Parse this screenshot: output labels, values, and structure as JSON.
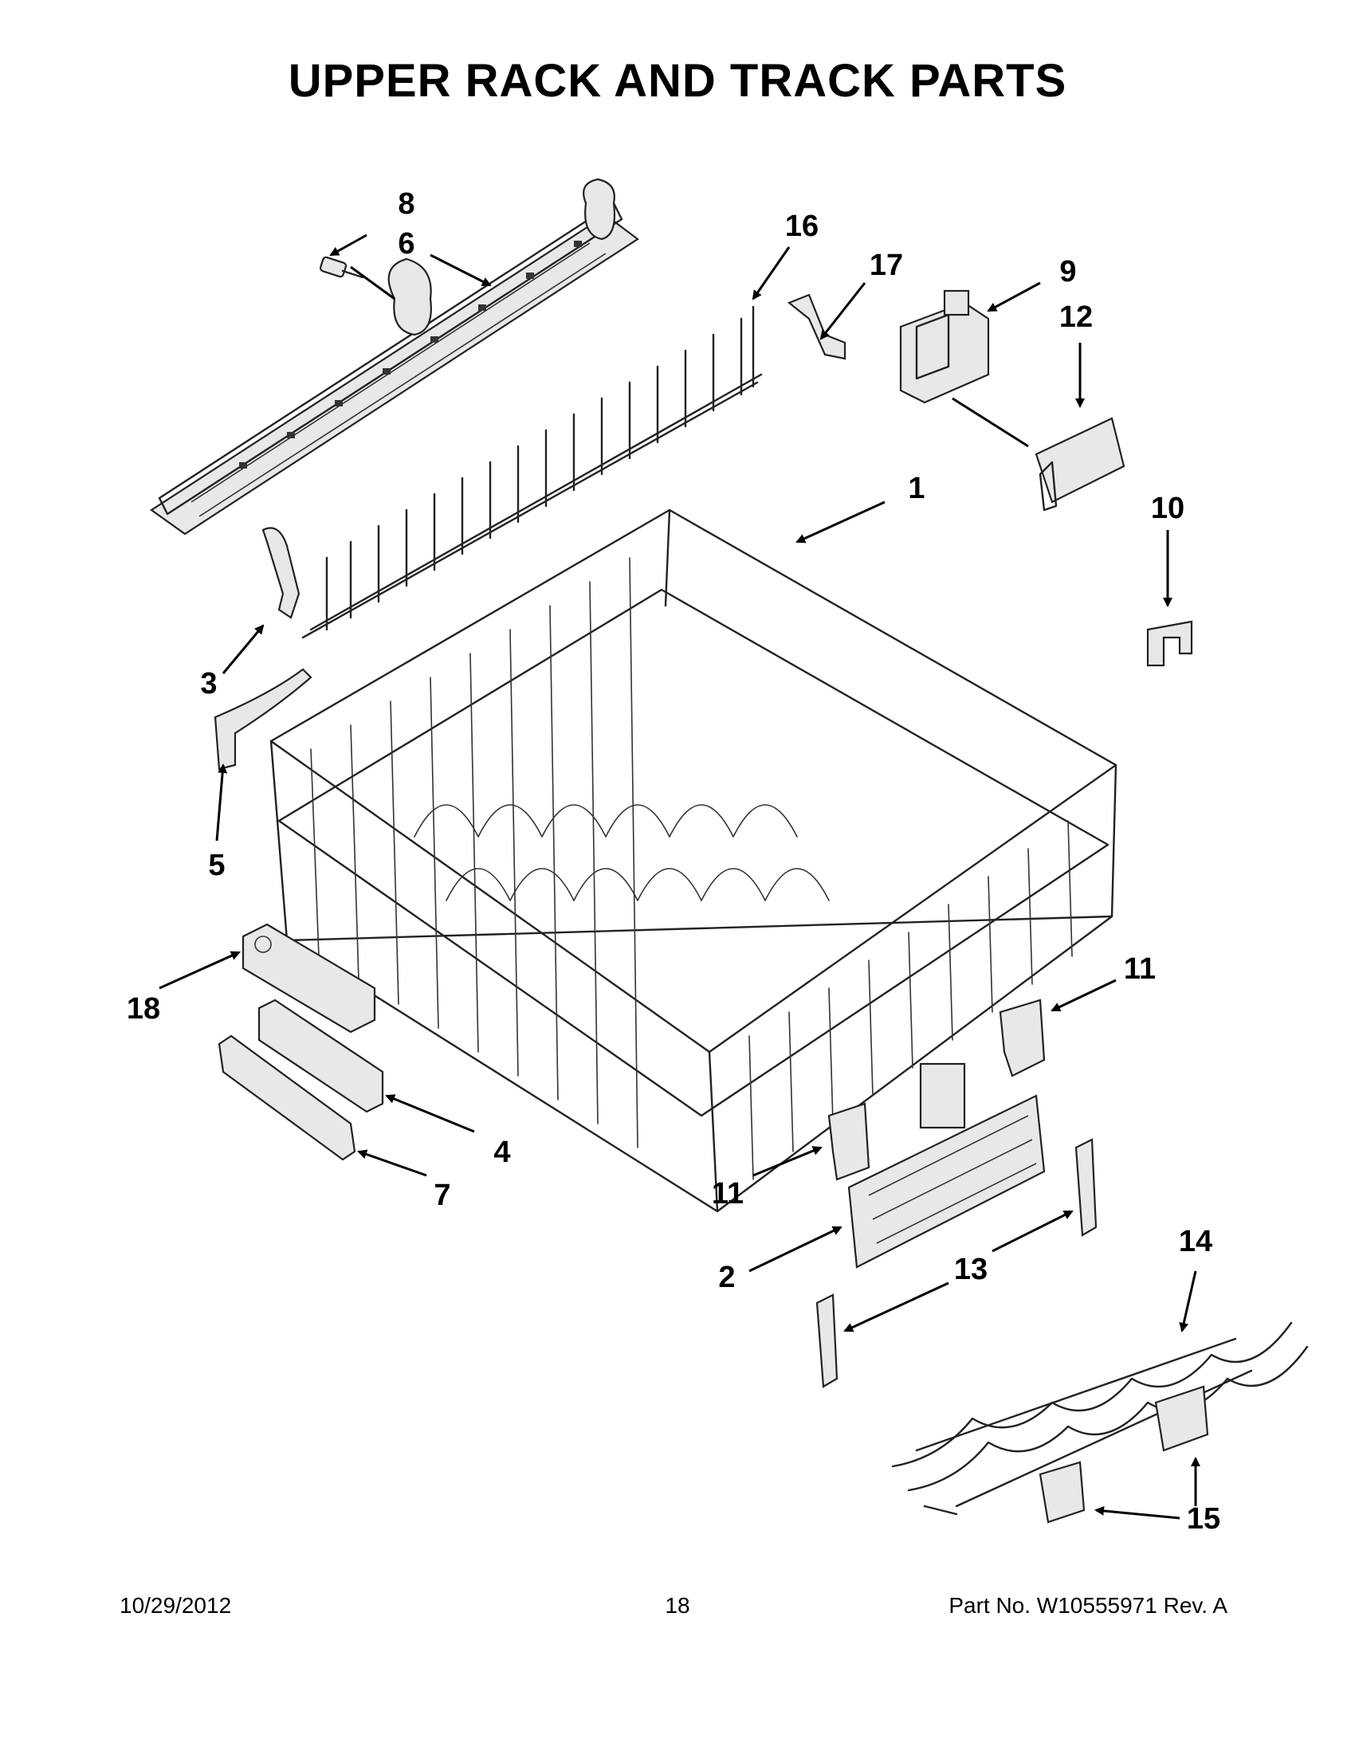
{
  "title": "UPPER RACK AND TRACK PARTS",
  "callouts": {
    "c1": "1",
    "c2": "2",
    "c3": "3",
    "c4": "4",
    "c5": "5",
    "c6": "6",
    "c7": "7",
    "c8": "8",
    "c9": "9",
    "c10": "10",
    "c11a": "11",
    "c11b": "11",
    "c12": "12",
    "c13": "13",
    "c14": "14",
    "c15": "15",
    "c16": "16",
    "c17": "17",
    "c18": "18"
  },
  "footer": {
    "date": "10/29/2012",
    "page": "18",
    "part_number": "Part No.  W10555971  Rev.  A"
  }
}
